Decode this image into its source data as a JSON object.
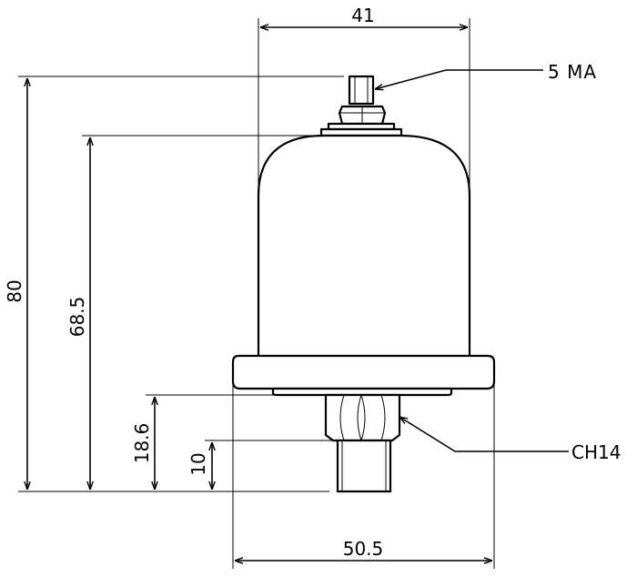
{
  "drawing": {
    "dimensions": {
      "total_height": "80",
      "body_height": "68.5",
      "flange_to_base": "18.6",
      "thread_length": "10",
      "body_diameter": "41",
      "flange_diameter": "50.5"
    },
    "callouts": {
      "terminal": "5 MA",
      "hex": "CH14"
    }
  }
}
